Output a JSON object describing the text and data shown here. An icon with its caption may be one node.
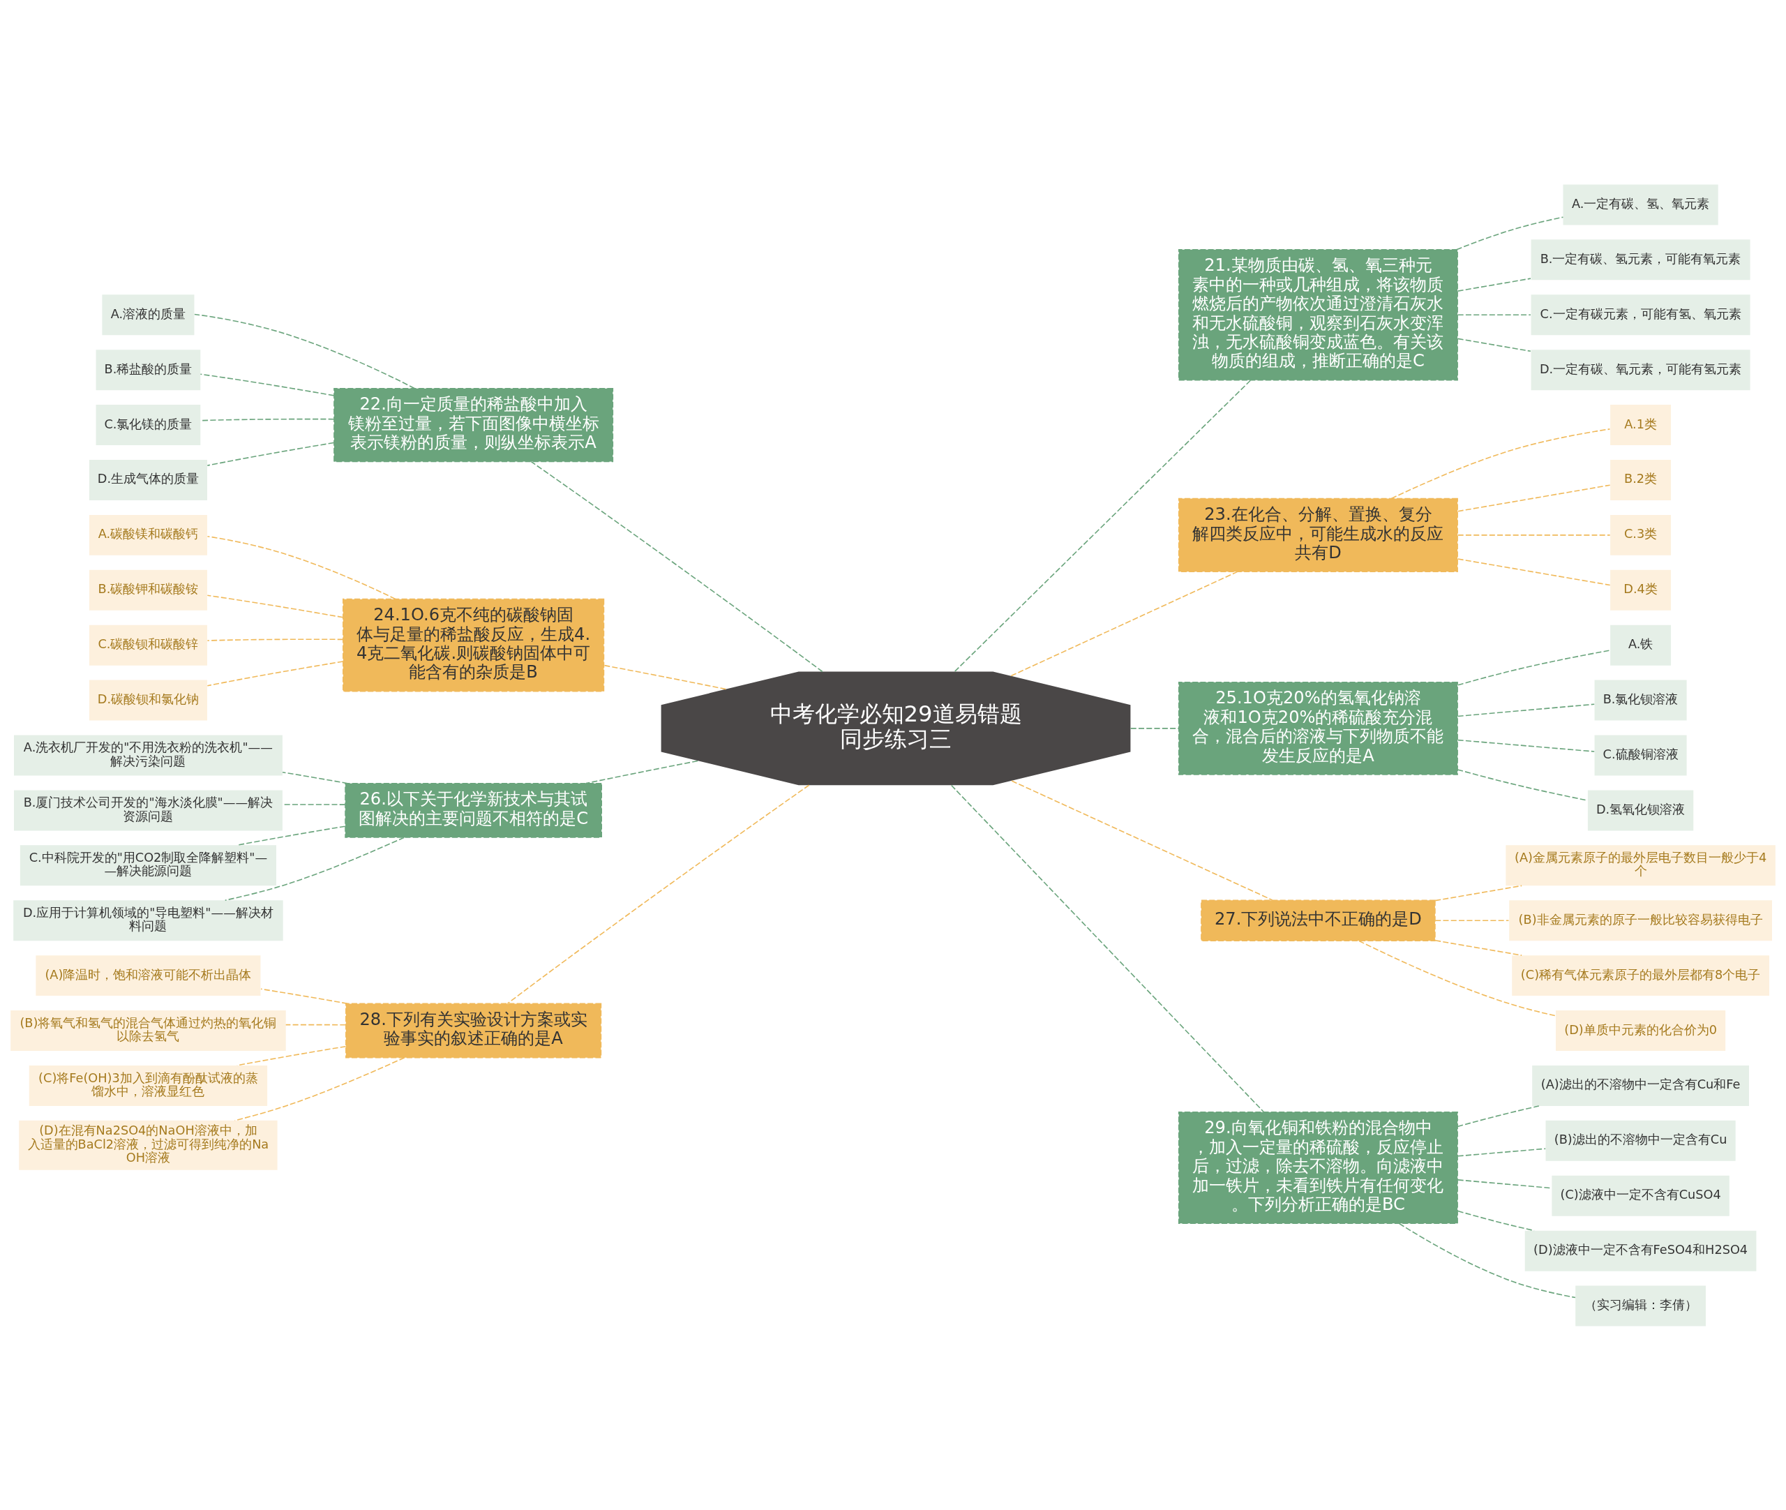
{
  "diagram": {
    "nodes": [
      {
        "text": [
          "中考化学必知29道易错题同步练习三"
        ]
      },
      {
        "text": [
          "21.某物质由碳、氢、氧三种元素中的一种或几种组成，将该物质燃烧后的产物依次通过澄清石灰水和无水硫酸铜，观察到石灰水变浑浊，无水硫酸铜变成蓝色。有关该物质的组成，推断正确的是C"
        ]
      },
      {
        "text": [
          "A.一定有碳、氢、氧元素"
        ]
      },
      {
        "text": [
          "B.一定有碳、氢元素，可能有氧元素"
        ]
      },
      {
        "text": [
          "C.一定有碳元素，可能有氢、氧元素"
        ]
      },
      {
        "text": [
          "D.一定有碳、氧元素，可能有氢元素"
        ]
      },
      {
        "text": [
          "22.向一定质量的稀盐酸中加入镁粉至过量，若下面图像中横坐标表示镁粉的质量，则纵坐标表示A"
        ]
      },
      {
        "text": [
          "A.溶液的质量"
        ]
      },
      {
        "text": [
          "B.稀盐酸的质量"
        ]
      },
      {
        "text": [
          "C.氯化镁的质量"
        ]
      },
      {
        "text": [
          "D.生成气体的质量"
        ]
      },
      {
        "text": [
          "23.在化合、分解、置换、复分解四类反应中，可能生成水的反应共有D"
        ]
      },
      {
        "text": [
          "A.1类"
        ]
      },
      {
        "text": [
          "B.2类"
        ]
      },
      {
        "text": [
          "C.3类"
        ]
      },
      {
        "text": [
          "D.4类"
        ]
      },
      {
        "text": [
          "24.1O.6克不纯的碳酸钠固体与足量的稀盐酸反应，生成4.4克二氧化碳.则碳酸钠固体中可能含有的杂质是B"
        ]
      },
      {
        "text": [
          "A.碳酸镁和碳酸钙"
        ]
      },
      {
        "text": [
          "B.碳酸钾和碳酸铵"
        ]
      },
      {
        "text": [
          "C.碳酸钡和碳酸锌"
        ]
      },
      {
        "text": [
          "D.碳酸钡和氯化钠"
        ]
      },
      {
        "text": [
          "25.1O克20%的氢氧化钠溶液和1O克20%的稀硫酸充分混合，混合后的溶液与下列物质不能发生反应的是A"
        ]
      },
      {
        "text": [
          "A.铁"
        ]
      },
      {
        "text": [
          "B.氯化钡溶液"
        ]
      },
      {
        "text": [
          "C.硫酸铜溶液"
        ]
      },
      {
        "text": [
          "D.氢氧化钡溶液"
        ]
      },
      {
        "text": [
          "26.以下关于化学新技术与其试图解决的主要问题不相符的是C"
        ]
      },
      {
        "text": [
          "A.洗衣机厂开发的\"不用洗衣粉的洗衣机\"——解决污染问题"
        ]
      },
      {
        "text": [
          "B.厦门技术公司开发的\"海水淡化膜\"——解决资源问题"
        ]
      },
      {
        "text": [
          "C.中科院开发的\"用CO2制取全降解塑料\"——解决能源问题"
        ]
      },
      {
        "text": [
          "D.应用于计算机领域的\"导电塑料\"——解决材料问题"
        ]
      },
      {
        "text": [
          "27.下列说法中不正确的是D"
        ]
      },
      {
        "text": [
          "(A)金属元素原子的最外层电子数目一般少于4个"
        ]
      },
      {
        "text": [
          "(B)非金属元素的原子一般比较容易获得电子"
        ]
      },
      {
        "text": [
          "(C)稀有气体元素原子的最外层都有8个电子"
        ]
      },
      {
        "text": [
          "(D)单质中元素的化合价为0"
        ]
      },
      {
        "text": [
          "28.下列有关实验设计方案或实验事实的叙述正确的是A"
        ]
      },
      {
        "text": [
          "(A)降温时，饱和溶液可能不析出晶体"
        ]
      },
      {
        "text": [
          "(B)将氧气和氢气的混合气体通过灼热的氧化铜以除去氢气"
        ]
      },
      {
        "text": [
          "(C)将Fe(OH)3加入到滴有酚酞试液的蒸馏水中，溶液显红色"
        ]
      },
      {
        "text": [
          "(D)在混有Na2SO4的NaOH溶液中，加入适量的BaCl2溶液，过滤可得到纯净的NaOH溶液"
        ]
      },
      {
        "text": [
          "29.向氧化铜和铁粉的混合物中，加入一定量的稀硫酸，反应停止后，过滤，除去不溶物。向滤液中加一铁片，未看到铁片有任何变化。下列分析正确的是BC"
        ]
      },
      {
        "text": [
          "(A)滤出的不溶物中一定含有Cu和Fe"
        ]
      },
      {
        "text": [
          "(B)滤出的不溶物中一定含有Cu"
        ]
      },
      {
        "text": [
          "(C)滤液中一定不含有CuSO4"
        ]
      },
      {
        "text": [
          "(D)滤液中一定不含有FeSO4和H2SO4"
        ]
      },
      {
        "text": [
          "（实习编辑：李倩）"
        ]
      }
    ],
    "edges": [
      {
        "from": 0,
        "to": 1,
        "arrow": "none",
        "style": "dashed",
        "color": "#6aa47c"
      },
      {
        "from": 1,
        "to": 2,
        "arrow": "none",
        "style": "dashed",
        "color": "#6aa47c"
      },
      {
        "from": 1,
        "to": 3,
        "arrow": "none",
        "style": "dashed",
        "color": "#6aa47c"
      },
      {
        "from": 1,
        "to": 4,
        "arrow": "none",
        "style": "dashed",
        "color": "#6aa47c"
      },
      {
        "from": 1,
        "to": 5,
        "arrow": "none",
        "style": "dashed",
        "color": "#6aa47c"
      },
      {
        "from": 0,
        "to": 6,
        "arrow": "none",
        "style": "dashed",
        "color": "#6aa47c"
      },
      {
        "from": 6,
        "to": 7,
        "arrow": "none",
        "style": "dashed",
        "color": "#6aa47c"
      },
      {
        "from": 6,
        "to": 8,
        "arrow": "none",
        "style": "dashed",
        "color": "#6aa47c"
      },
      {
        "from": 6,
        "to": 9,
        "arrow": "none",
        "style": "dashed",
        "color": "#6aa47c"
      },
      {
        "from": 6,
        "to": 10,
        "arrow": "none",
        "style": "dashed",
        "color": "#6aa47c"
      },
      {
        "from": 0,
        "to": 11,
        "arrow": "none",
        "style": "dashed",
        "color": "#f0b95a"
      },
      {
        "from": 11,
        "to": 12,
        "arrow": "none",
        "style": "dashed",
        "color": "#f0b95a"
      },
      {
        "from": 11,
        "to": 13,
        "arrow": "none",
        "style": "dashed",
        "color": "#f0b95a"
      },
      {
        "from": 11,
        "to": 14,
        "arrow": "none",
        "style": "dashed",
        "color": "#f0b95a"
      },
      {
        "from": 11,
        "to": 15,
        "arrow": "none",
        "style": "dashed",
        "color": "#f0b95a"
      },
      {
        "from": 0,
        "to": 16,
        "arrow": "none",
        "style": "dashed",
        "color": "#f0b95a"
      },
      {
        "from": 16,
        "to": 17,
        "arrow": "none",
        "style": "dashed",
        "color": "#f0b95a"
      },
      {
        "from": 16,
        "to": 18,
        "arrow": "none",
        "style": "dashed",
        "color": "#f0b95a"
      },
      {
        "from": 16,
        "to": 19,
        "arrow": "none",
        "style": "dashed",
        "color": "#f0b95a"
      },
      {
        "from": 16,
        "to": 20,
        "arrow": "none",
        "style": "dashed",
        "color": "#f0b95a"
      },
      {
        "from": 0,
        "to": 21,
        "arrow": "none",
        "style": "dashed",
        "color": "#6aa47c"
      },
      {
        "from": 21,
        "to": 22,
        "arrow": "none",
        "style": "dashed",
        "color": "#6aa47c"
      },
      {
        "from": 21,
        "to": 23,
        "arrow": "none",
        "style": "dashed",
        "color": "#6aa47c"
      },
      {
        "from": 21,
        "to": 24,
        "arrow": "none",
        "style": "dashed",
        "color": "#6aa47c"
      },
      {
        "from": 21,
        "to": 25,
        "arrow": "none",
        "style": "dashed",
        "color": "#6aa47c"
      },
      {
        "from": 0,
        "to": 26,
        "arrow": "none",
        "style": "dashed",
        "color": "#6aa47c"
      },
      {
        "from": 26,
        "to": 27,
        "arrow": "none",
        "style": "dashed",
        "color": "#6aa47c"
      },
      {
        "from": 26,
        "to": 28,
        "arrow": "none",
        "style": "dashed",
        "color": "#6aa47c"
      },
      {
        "from": 26,
        "to": 29,
        "arrow": "none",
        "style": "dashed",
        "color": "#6aa47c"
      },
      {
        "from": 26,
        "to": 30,
        "arrow": "none",
        "style": "dashed",
        "color": "#6aa47c"
      },
      {
        "from": 0,
        "to": 31,
        "arrow": "none",
        "style": "dashed",
        "color": "#f0b95a"
      },
      {
        "from": 31,
        "to": 32,
        "arrow": "none",
        "style": "dashed",
        "color": "#f0b95a"
      },
      {
        "from": 31,
        "to": 33,
        "arrow": "none",
        "style": "dashed",
        "color": "#f0b95a"
      },
      {
        "from": 31,
        "to": 34,
        "arrow": "none",
        "style": "dashed",
        "color": "#f0b95a"
      },
      {
        "from": 31,
        "to": 35,
        "arrow": "none",
        "style": "dashed",
        "color": "#f0b95a"
      },
      {
        "from": 0,
        "to": 36,
        "arrow": "none",
        "style": "dashed",
        "color": "#f0b95a"
      },
      {
        "from": 36,
        "to": 37,
        "arrow": "none",
        "style": "dashed",
        "color": "#f0b95a"
      },
      {
        "from": 36,
        "to": 38,
        "arrow": "none",
        "style": "dashed",
        "color": "#f0b95a"
      },
      {
        "from": 36,
        "to": 39,
        "arrow": "none",
        "style": "dashed",
        "color": "#f0b95a"
      },
      {
        "from": 36,
        "to": 40,
        "arrow": "none",
        "style": "dashed",
        "color": "#f0b95a"
      },
      {
        "from": 0,
        "to": 41,
        "arrow": "none",
        "style": "dashed",
        "color": "#6aa47c"
      },
      {
        "from": 41,
        "to": 42,
        "arrow": "none",
        "style": "dashed",
        "color": "#6aa47c"
      },
      {
        "from": 41,
        "to": 43,
        "arrow": "none",
        "style": "dashed",
        "color": "#6aa47c"
      },
      {
        "from": 41,
        "to": 44,
        "arrow": "none",
        "style": "dashed",
        "color": "#6aa47c"
      },
      {
        "from": 41,
        "to": 45,
        "arrow": "none",
        "style": "dashed",
        "color": "#6aa47c"
      },
      {
        "from": 41,
        "to": 46,
        "arrow": "none",
        "style": "dashed",
        "color": "#6aa47c"
      }
    ]
  }
}
